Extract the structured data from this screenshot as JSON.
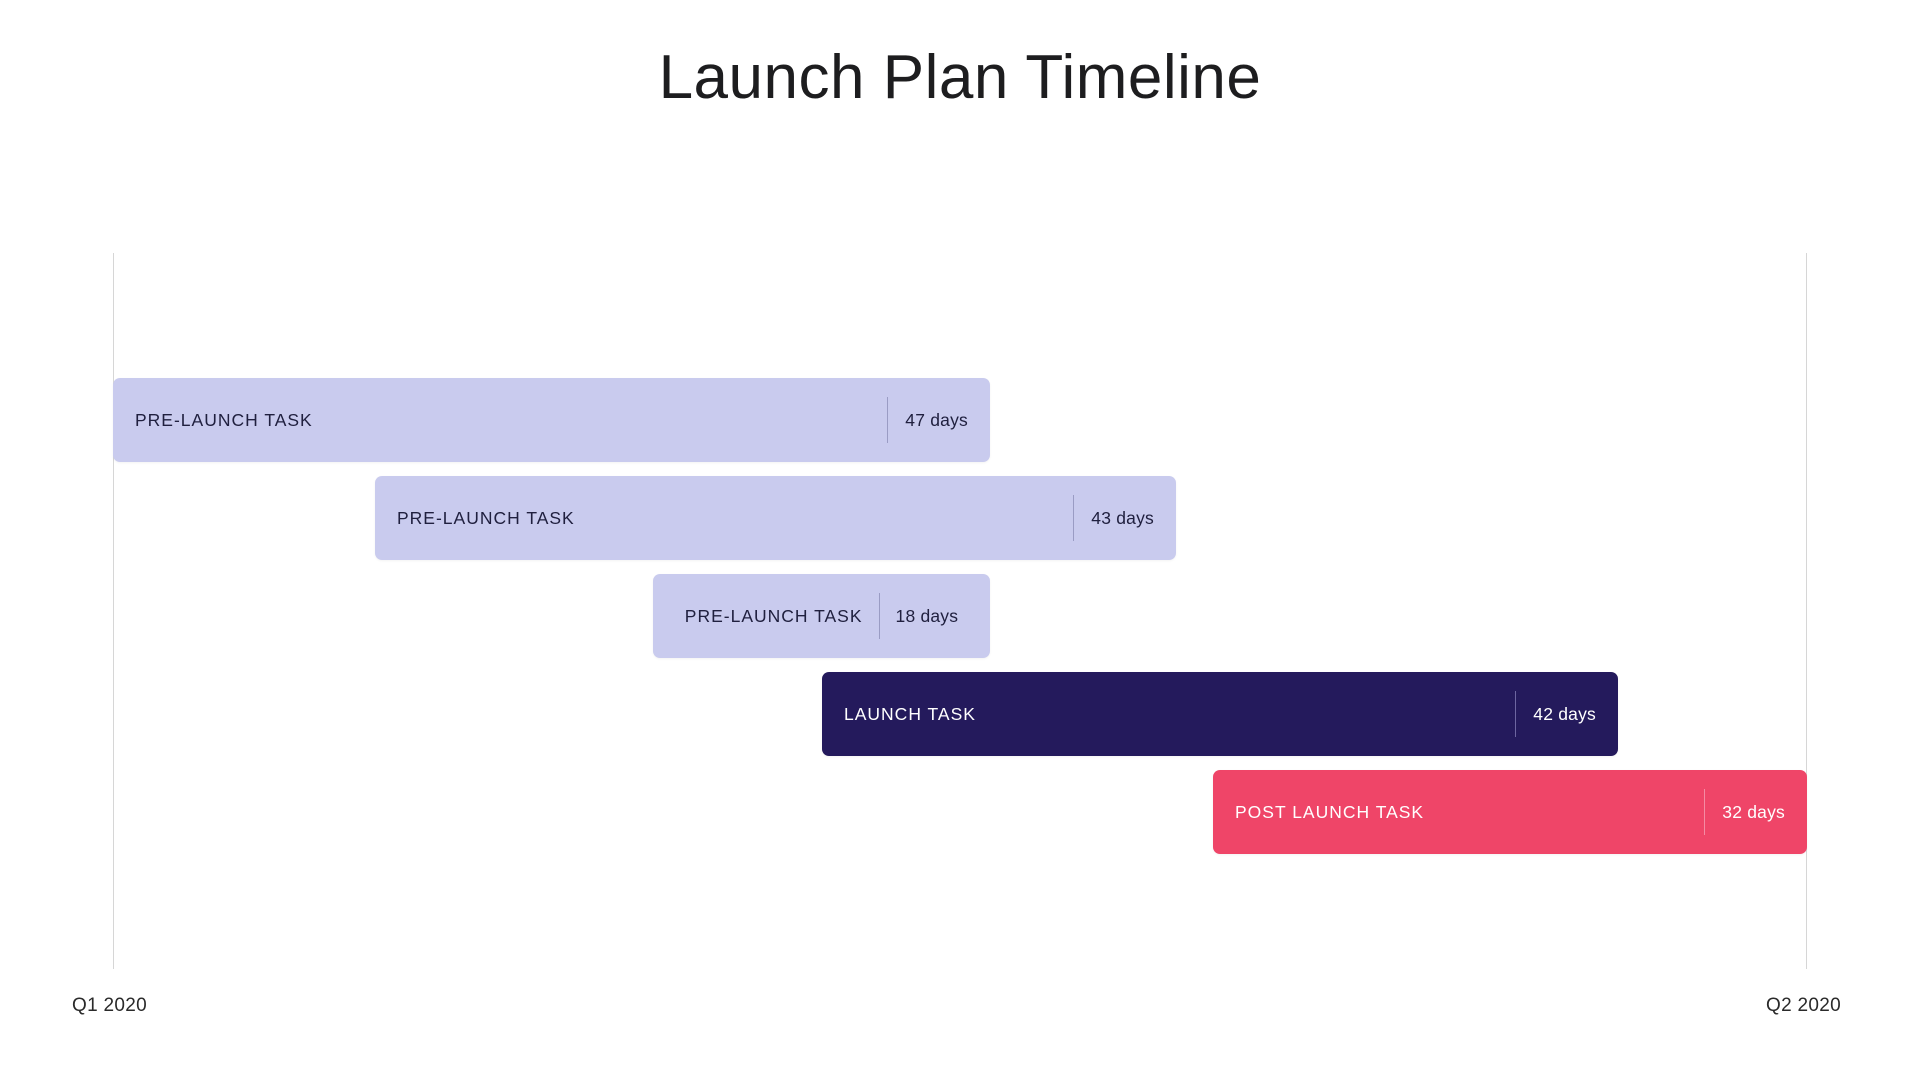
{
  "chart_data": {
    "type": "bar",
    "chart_subtype": "gantt",
    "title": "Launch Plan Timeline",
    "xlabel": "",
    "ylabel": "",
    "grid": true,
    "legend_position": "none",
    "axis_ticks": [
      "Q1 2020",
      "Q2 2020"
    ],
    "value_unit": "days",
    "categories": [
      "PRE-LAUNCH TASK",
      "PRE-LAUNCH TASK",
      "PRE-LAUNCH TASK",
      "LAUNCH TASK",
      "POST LAUNCH TASK"
    ],
    "values": [
      47,
      43,
      18,
      42,
      32
    ],
    "tasks": [
      {
        "label": "PRE-LAUNCH TASK",
        "duration": "47 days",
        "days": 47,
        "start_pct": 0.0,
        "end_pct": 51.8,
        "color": "#c9cbee",
        "phase": "pre-launch"
      },
      {
        "label": "PRE-LAUNCH TASK",
        "duration": "43 days",
        "days": 43,
        "start_pct": 15.5,
        "end_pct": 63.0,
        "color": "#c9cbee",
        "phase": "pre-launch"
      },
      {
        "label": "PRE-LAUNCH TASK",
        "duration": "18 days",
        "days": 18,
        "start_pct": 31.9,
        "end_pct": 51.8,
        "color": "#c9cbee",
        "phase": "pre-launch"
      },
      {
        "label": "LAUNCH TASK",
        "duration": "42 days",
        "days": 42,
        "start_pct": 41.9,
        "end_pct": 88.8,
        "color": "#241a5c",
        "phase": "launch"
      },
      {
        "label": "POST LAUNCH TASK",
        "duration": "32 days",
        "days": 32,
        "start_pct": 64.9,
        "end_pct": 100.0,
        "color": "#ef4568",
        "phase": "post-launch"
      }
    ],
    "colors": {
      "pre_launch": "#c9cbee",
      "launch": "#241a5c",
      "post_launch": "#ef4568",
      "gridline": "#d6d6d6",
      "background": "#ffffff",
      "title_text": "#1d1d1f",
      "dark_text": "#20203f",
      "light_text": "#ffffff"
    }
  },
  "axis": {
    "start_label": "Q1 2020",
    "end_label": "Q2 2020"
  }
}
